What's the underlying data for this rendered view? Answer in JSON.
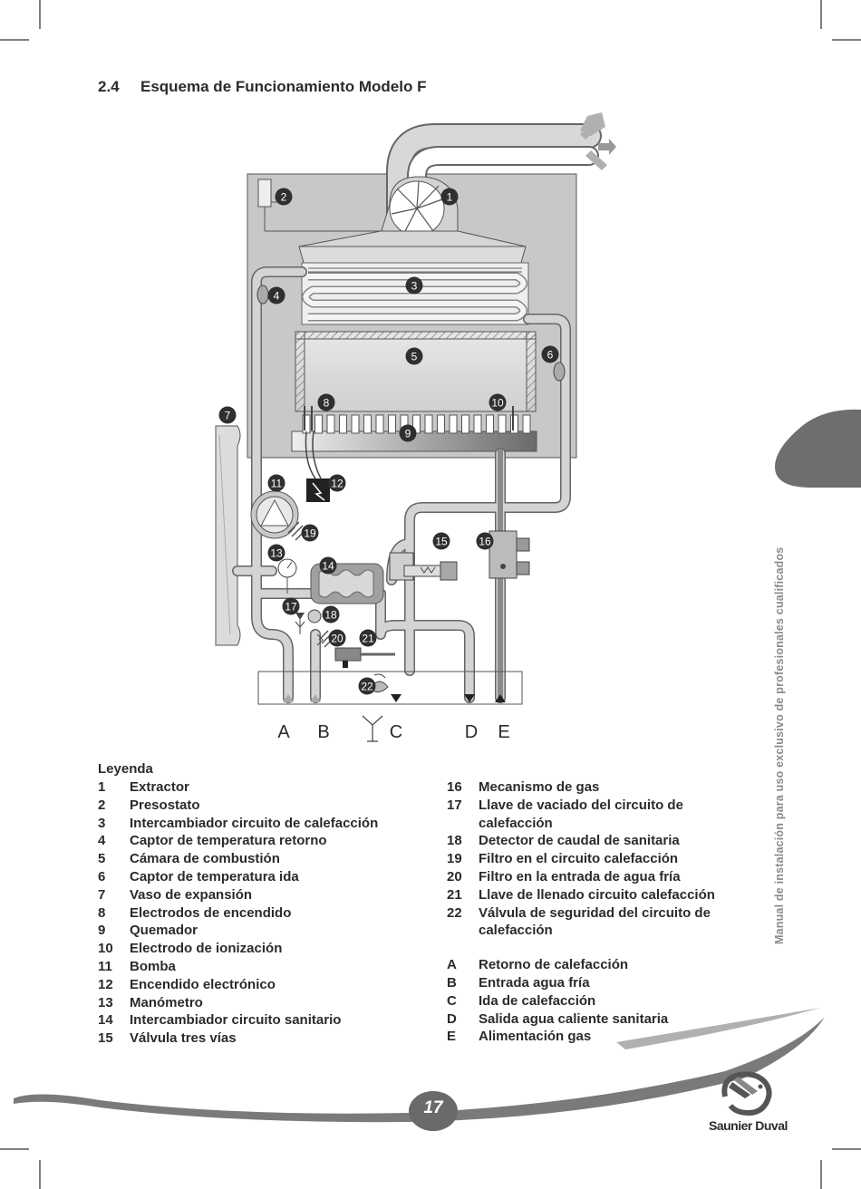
{
  "section": {
    "number": "2.4",
    "title": "Esquema de Funcionamiento Modelo F"
  },
  "diagram": {
    "callouts": [
      "1",
      "2",
      "3",
      "4",
      "5",
      "6",
      "7",
      "8",
      "9",
      "10",
      "11",
      "12",
      "13",
      "14",
      "15",
      "16",
      "17",
      "18",
      "19",
      "20",
      "21",
      "22"
    ],
    "connections": [
      "A",
      "B",
      "C",
      "D",
      "E"
    ]
  },
  "legend": {
    "title": "Leyenda",
    "left_items": [
      {
        "key": "1",
        "label": "Extractor"
      },
      {
        "key": "2",
        "label": "Presostato"
      },
      {
        "key": "3",
        "label": "Intercambiador circuito de calefacción"
      },
      {
        "key": "4",
        "label": "Captor de temperatura retorno"
      },
      {
        "key": "5",
        "label": "Cámara de combustión"
      },
      {
        "key": "6",
        "label": "Captor de temperatura ida"
      },
      {
        "key": "7",
        "label": "Vaso de expansión"
      },
      {
        "key": "8",
        "label": "Electrodos de encendido"
      },
      {
        "key": "9",
        "label": "Quemador"
      },
      {
        "key": "10",
        "label": "Electrodo de ionización"
      },
      {
        "key": "11",
        "label": "Bomba"
      },
      {
        "key": "12",
        "label": "Encendido electrónico"
      },
      {
        "key": "13",
        "label": "Manómetro"
      },
      {
        "key": "14",
        "label": "Intercambiador circuito sanitario"
      },
      {
        "key": "15",
        "label": "Válvula tres vías"
      }
    ],
    "right_items": [
      {
        "key": "16",
        "label": "Mecanismo de gas"
      },
      {
        "key": "17",
        "label": "Llave de vaciado del circuito de calefacción"
      },
      {
        "key": "18",
        "label": "Detector de caudal de sanitaria"
      },
      {
        "key": "19",
        "label": "Filtro en el circuito calefacción"
      },
      {
        "key": "20",
        "label": "Filtro en la entrada de agua fría"
      },
      {
        "key": "21",
        "label": "Llave de llenado circuito calefacción"
      },
      {
        "key": "22",
        "label": "Válvula de seguridad del circuito de calefacción"
      }
    ],
    "connection_items": [
      {
        "key": "A",
        "label": "Retorno de calefacción"
      },
      {
        "key": "B",
        "label": "Entrada agua fría"
      },
      {
        "key": "C",
        "label": "Ida de calefacción"
      },
      {
        "key": "D",
        "label": "Salida agua caliente sanitaria"
      },
      {
        "key": "E",
        "label": "Alimentación gas"
      }
    ]
  },
  "sidebar_text": "Manual de instalación para uso exclusivo de profesionales cualificados",
  "page_number": "17",
  "brand": "Saunier Duval",
  "colors": {
    "text": "#2b2b2b",
    "panel": "#c8c8c8",
    "pipe": "#9a9a9a",
    "side_tab": "#6e6e6e",
    "callout": "#2f2f2f"
  }
}
